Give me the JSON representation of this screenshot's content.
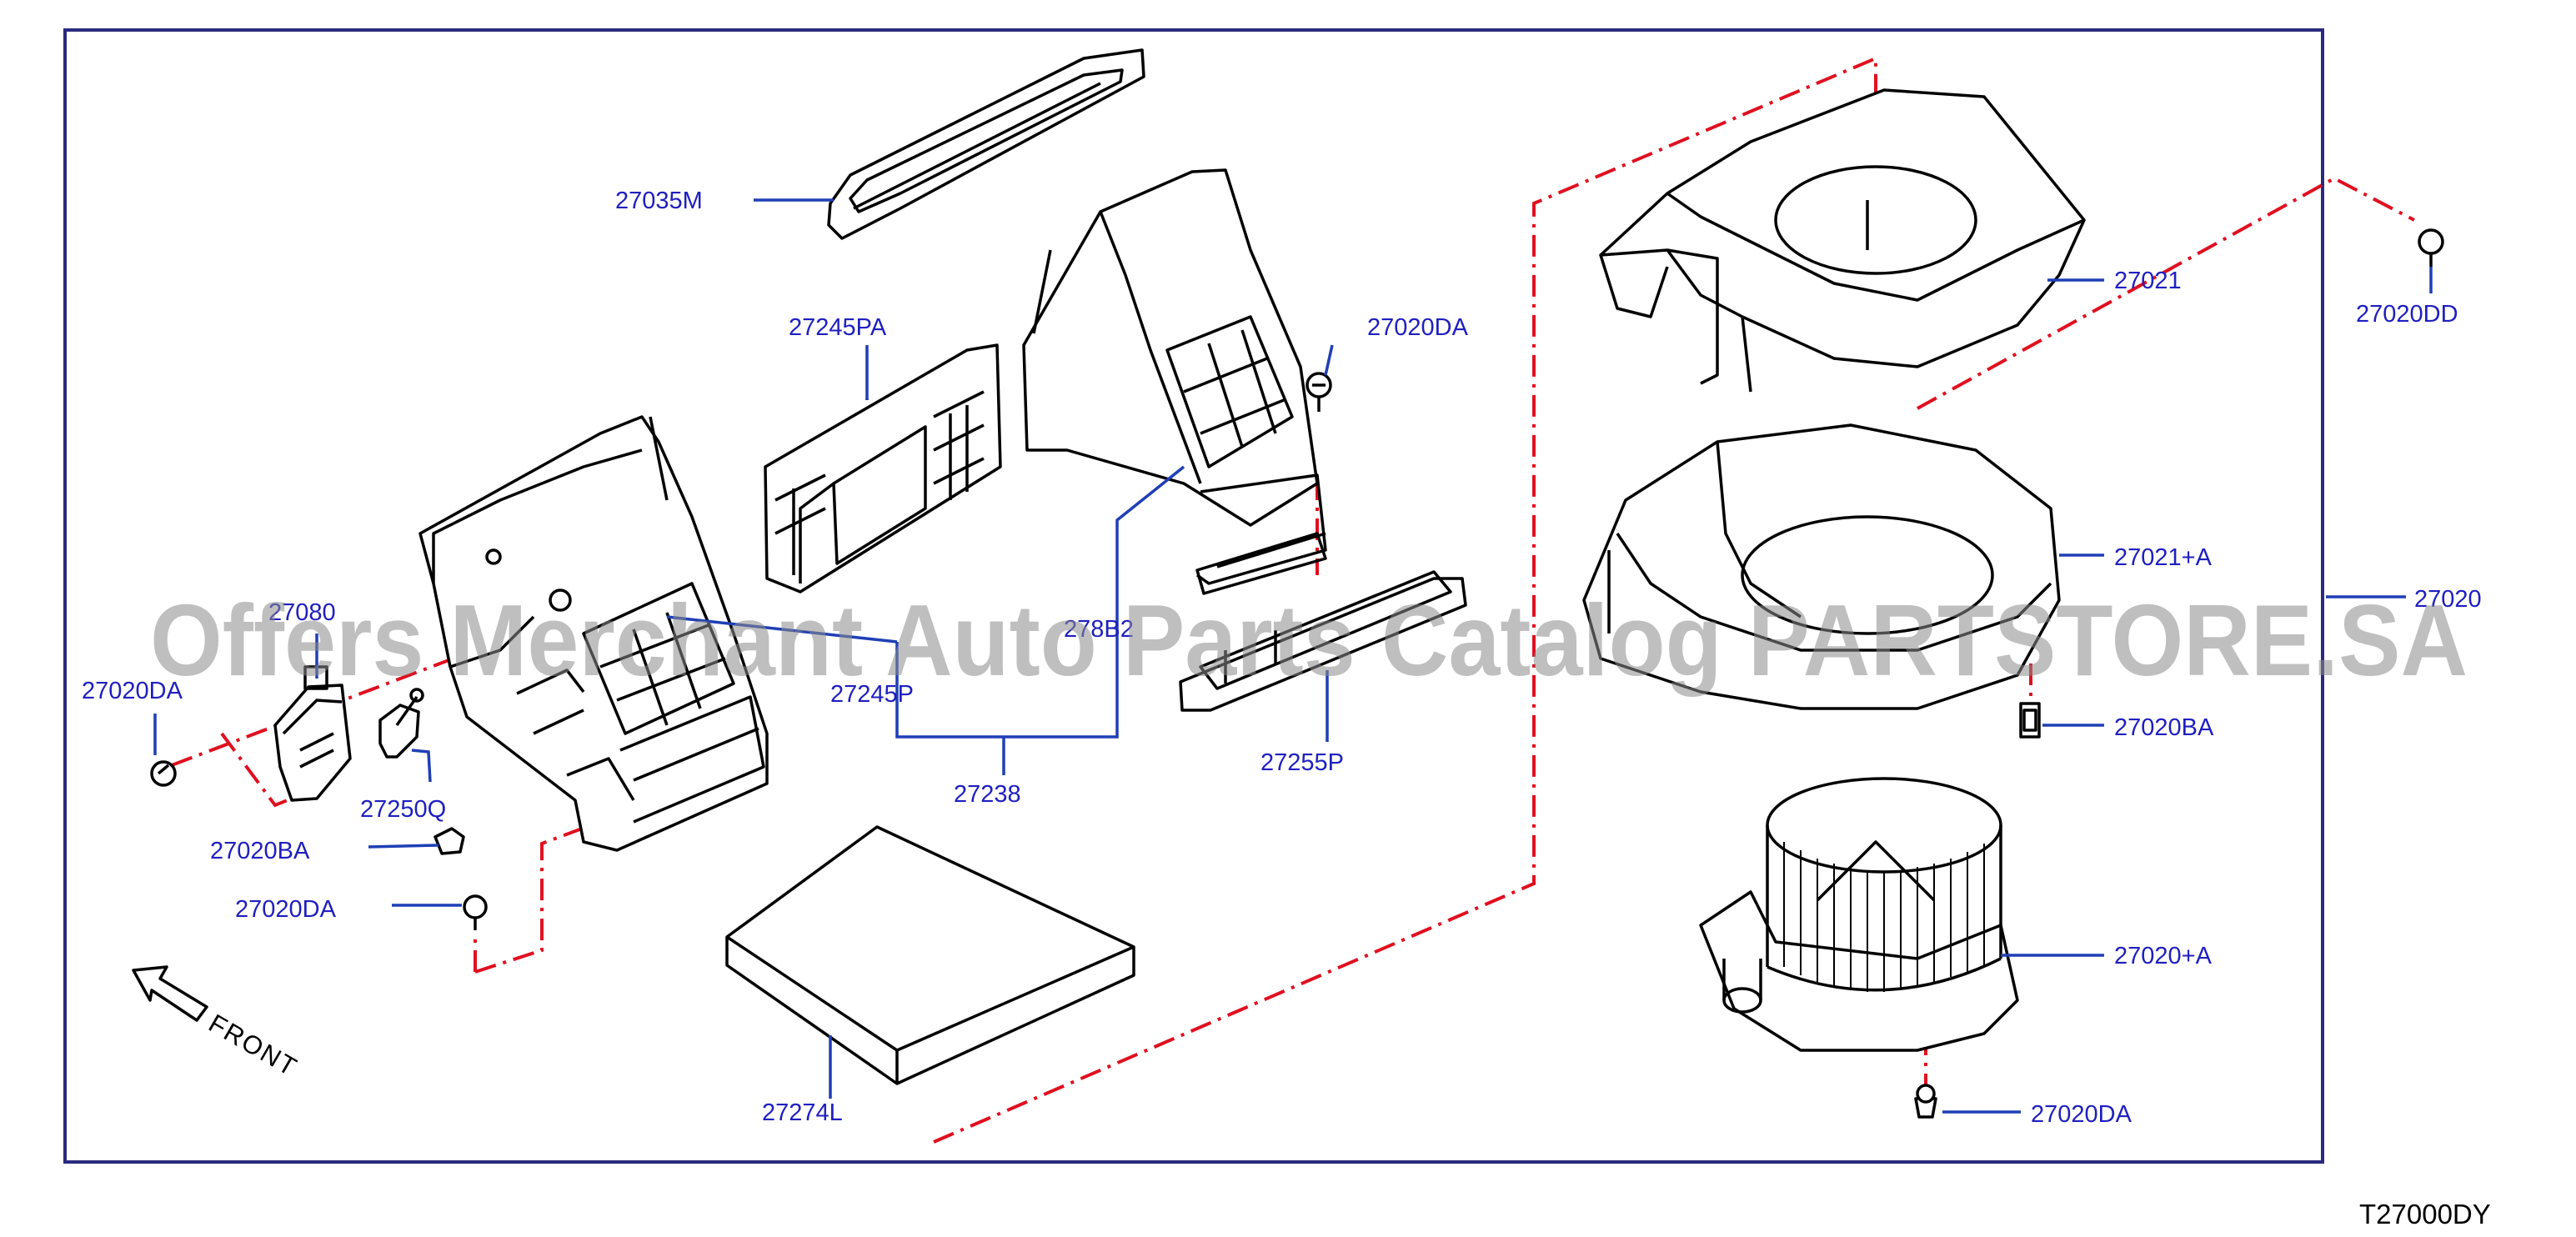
{
  "diagram": {
    "drawing_code": "T27000DY",
    "front_label": "FRONT",
    "watermark": "Offers Merchant Auto Parts Catalog PARTSTORE.SA",
    "colors": {
      "frame": "#2a2a80",
      "label": "#1f1fc0",
      "leader": "#1f3fb5",
      "dash": "#e01020",
      "line": "#000000",
      "watermark": "#8a8a8a"
    },
    "labels": {
      "p27035M": "27035M",
      "p27245PA": "27245PA",
      "p27020DA_top": "27020DA",
      "p27080": "27080",
      "p27020DA_left": "27020DA",
      "p278B2": "278B2",
      "p27245P": "27245P",
      "p27250Q": "27250Q",
      "p27020BA_left": "27020BA",
      "p27238": "27238",
      "p27255P": "27255P",
      "p27020DA_bottom": "27020DA",
      "p27274L": "27274L",
      "p27021": "27021",
      "p27020DD": "27020DD",
      "p27021A": "27021+A",
      "p27020": "27020",
      "p27020BA_right": "27020BA",
      "p27020A": "27020+A",
      "p27020DA_right": "27020DA"
    }
  }
}
